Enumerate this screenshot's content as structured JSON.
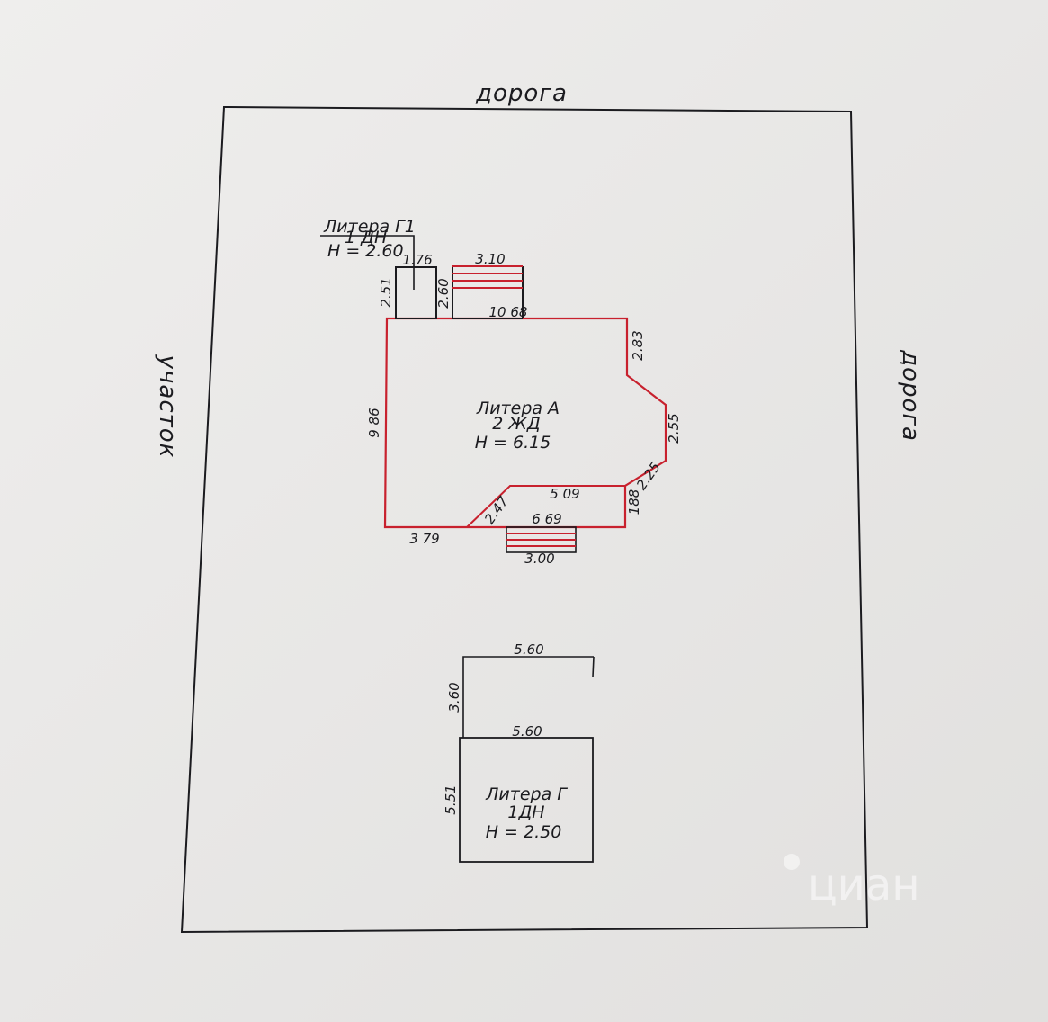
{
  "labels": {
    "road_top": "дорога",
    "road_right": "дорога",
    "plot_left": "участок"
  },
  "main_house": {
    "title": "Литера А",
    "subtitle": "2 ЖД",
    "height": "H = 6.15",
    "dims": {
      "top": "10 68",
      "left": "9 86",
      "bottom_left": "3 79",
      "diag_bottom": "2.47",
      "inner_top": "5 09",
      "inner_bottom": "6 69",
      "right_short": "188",
      "diag_lower": "2.25",
      "right_mid": "2.55",
      "right_top": "2.83"
    }
  },
  "annex_g1": {
    "title": "Литера Г1",
    "subtitle": "1 ДН",
    "height": "H = 2.60",
    "dims": {
      "width": "1.76",
      "height_left": "2.51"
    }
  },
  "porch_top": {
    "width": "3.10",
    "depth": "2.60"
  },
  "porch_bottom": {
    "width": "3.00"
  },
  "garage": {
    "top_width": "5.60",
    "upper_depth": "3.60",
    "mid_width": "5.60",
    "lower_depth": "5.51",
    "title": "Литера Г",
    "subtitle": "1ДН",
    "height": "H = 2.50"
  },
  "watermark": {
    "text": "циан"
  },
  "colors": {
    "paper": "#ecebea",
    "ink": "#1b1b1f",
    "outline_red": "#c8212e"
  }
}
